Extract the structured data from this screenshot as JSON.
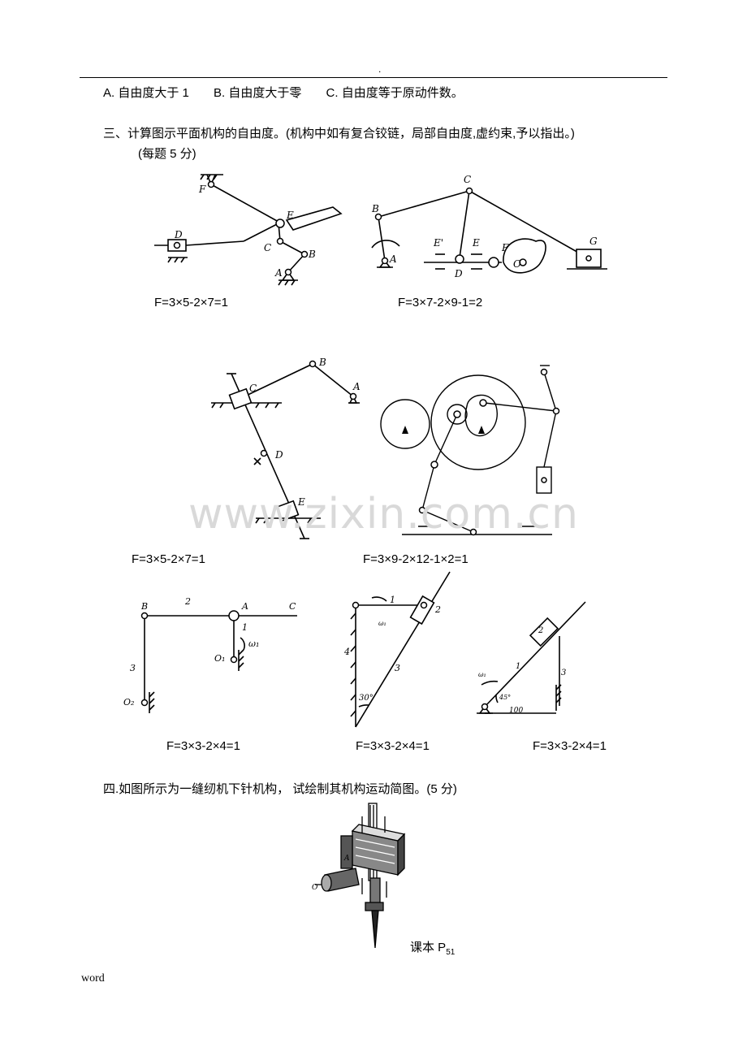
{
  "header": {
    "dot": "."
  },
  "options": {
    "a": "A. 自由度大于 1",
    "b": "B. 自由度大于零",
    "c": "C. 自由度等于原动件数。"
  },
  "section3": {
    "title": "三、计算图示平面机构的自由度。(机构中如有复合铰链，局部自由度,虚约束,予以指出。)",
    "points": "(每题 5 分)"
  },
  "formulas": {
    "f1": "F=3×5-2×7=1",
    "f2": "F=3×7-2×9-1=2",
    "f3": "F=3×5-2×7=1",
    "f4": "F=3×9-2×12-1×2=1",
    "f5": "F=3×3-2×4=1",
    "f6": "F=3×3-2×4=1",
    "f7": "F=3×3-2×4=1"
  },
  "figure_labels": {
    "fig1": [
      "F",
      "E",
      "D",
      "C",
      "B",
      "A"
    ],
    "fig2": [
      "C",
      "B",
      "A",
      "E'",
      "E",
      "F",
      "D",
      "O",
      "G"
    ],
    "fig3": [
      "B",
      "A",
      "C",
      "D",
      "E"
    ],
    "fig5": [
      "B",
      "2",
      "A",
      "C",
      "1",
      "ω₁",
      "O₁",
      "3",
      "O₂"
    ],
    "fig6": [
      "1",
      "2",
      "ω₁",
      "4",
      "3",
      "30°"
    ],
    "fig7": [
      "2",
      "1",
      "3",
      "ω₁",
      "45°",
      "100"
    ]
  },
  "watermark": "www.zixin.com.cn",
  "section4": {
    "title": "四.如图所示为一缝纫机下针机构， 试绘制其机构运动简图。(5 分)",
    "fig_labels": [
      "A",
      "O"
    ],
    "ref_text": "课本 P",
    "ref_sub": "51"
  },
  "footer": "word"
}
